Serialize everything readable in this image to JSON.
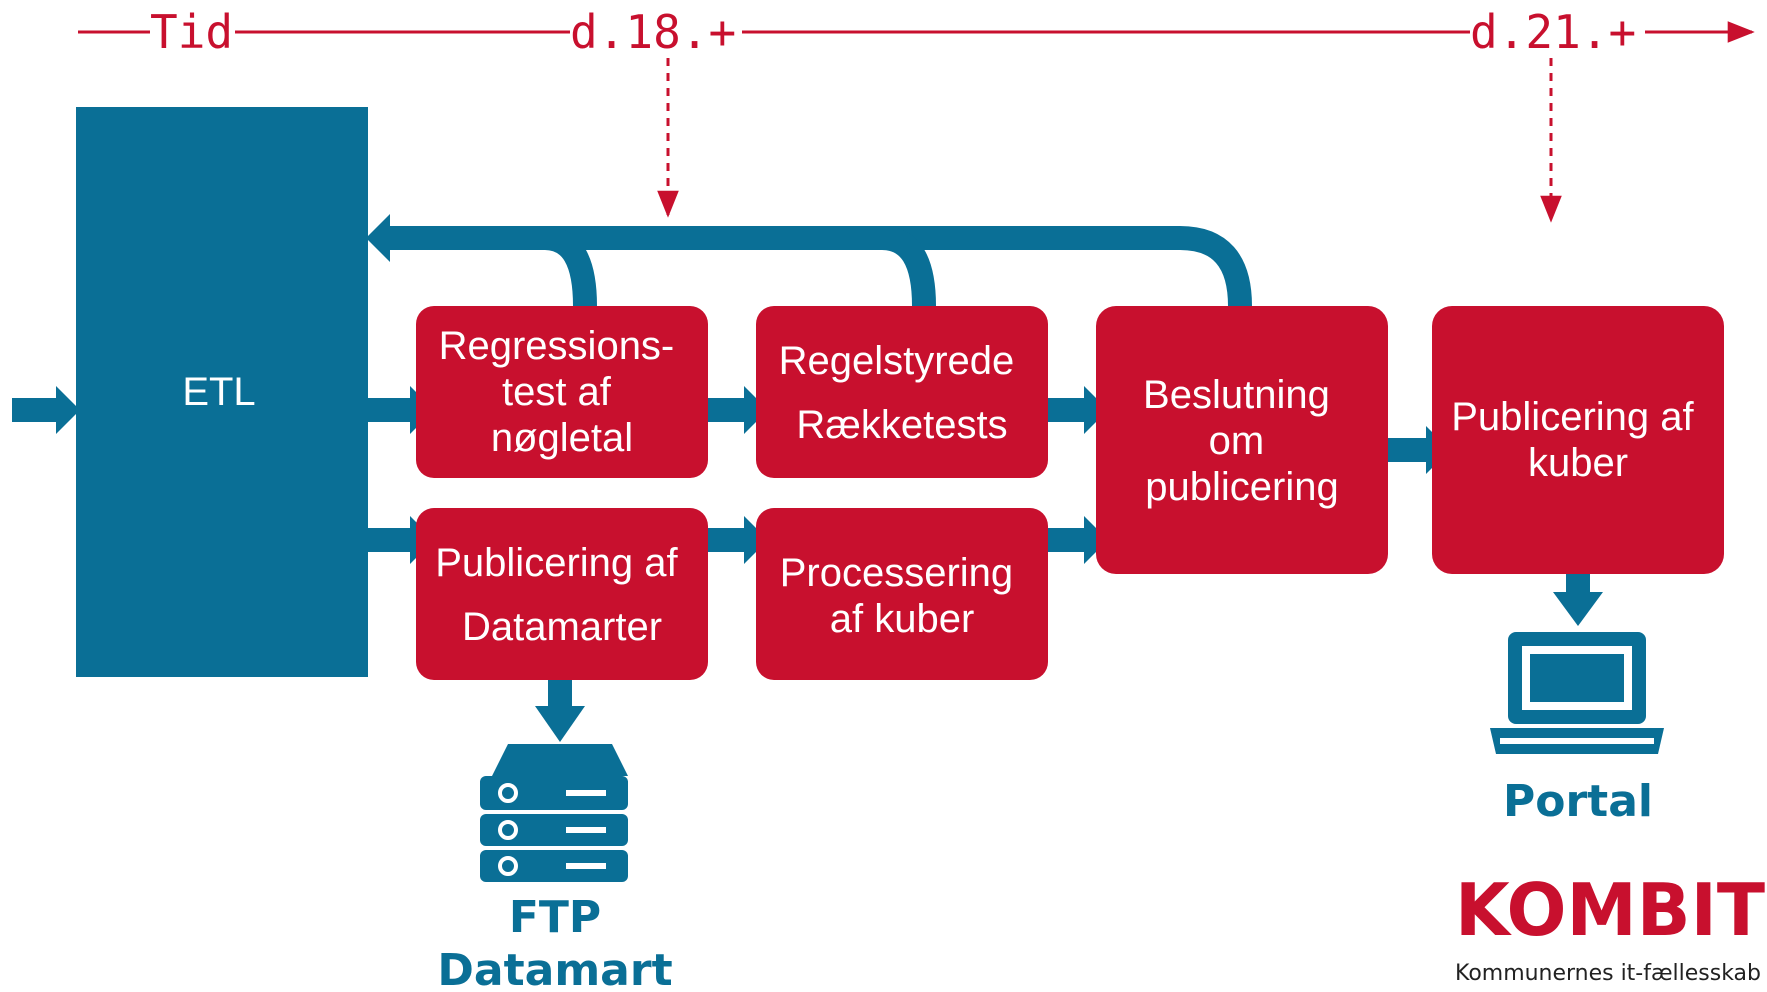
{
  "timeline": {
    "label": "Tid",
    "marker1": "d.18.+",
    "marker2": "d.21.+"
  },
  "etl": {
    "label": "ETL"
  },
  "boxes": {
    "regression": {
      "lines": [
        "Regressions-",
        "test af",
        "nøgletal"
      ]
    },
    "rules": {
      "lines": [
        "Regelstyrede",
        "Rækketests"
      ]
    },
    "decision": {
      "lines": [
        "Beslutning",
        "om",
        "publicering"
      ]
    },
    "publish_cubes": {
      "lines": [
        "Publicering af",
        "kuber"
      ]
    },
    "publish_datamarts": {
      "lines": [
        "Publicering af",
        "Datamarter"
      ]
    },
    "processing": {
      "lines": [
        "Processering",
        "af kuber"
      ]
    }
  },
  "outputs": {
    "ftp": {
      "line1": "FTP",
      "line2": "Datamart"
    },
    "portal": {
      "label": "Portal"
    }
  },
  "logo": {
    "name": "KOMBIT",
    "tagline": "Kommunernes it-fællesskab"
  },
  "colors": {
    "blue": "#0a6f96",
    "red": "#c8102e"
  }
}
